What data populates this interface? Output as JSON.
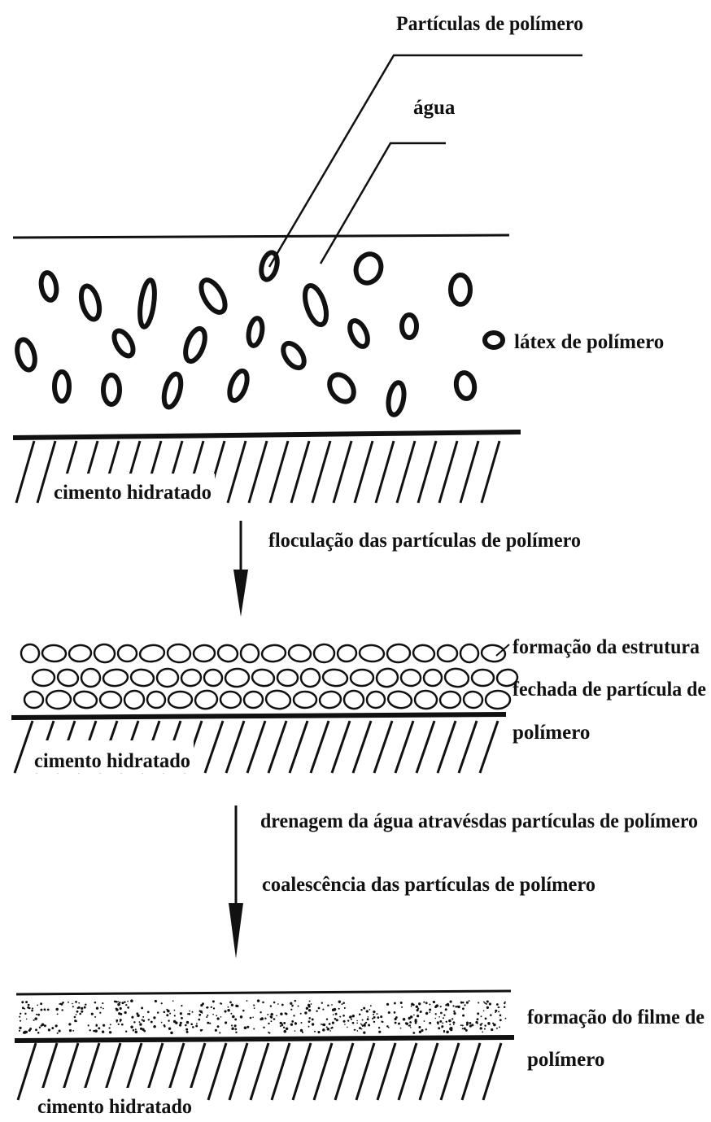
{
  "colors": {
    "ink": "#111111",
    "background": "#ffffff"
  },
  "stage1": {
    "label_particles": "Partículas de polímero",
    "label_water": "água",
    "label_latex": "látex de polímero",
    "label_substrate": "cimento hidratado"
  },
  "step1": {
    "label": "floculação das partículas de polímero",
    "arrow_icon": "down-arrow-icon"
  },
  "stage2": {
    "label_line1": "formação da estrutura",
    "label_line2": "fechada de partícula de",
    "label_line3": "polímero",
    "label_substrate": "cimento hidratado"
  },
  "step2": {
    "label_drainage": "drenagem da água atravésdas partículas de polímero",
    "label_coalescence": "coalescência das partículas de polímero",
    "arrow_icon": "down-arrow-icon"
  },
  "stage3": {
    "label_line1": "formação do filme de",
    "label_line2": "polímero",
    "label_substrate": "cimento hidratado"
  }
}
